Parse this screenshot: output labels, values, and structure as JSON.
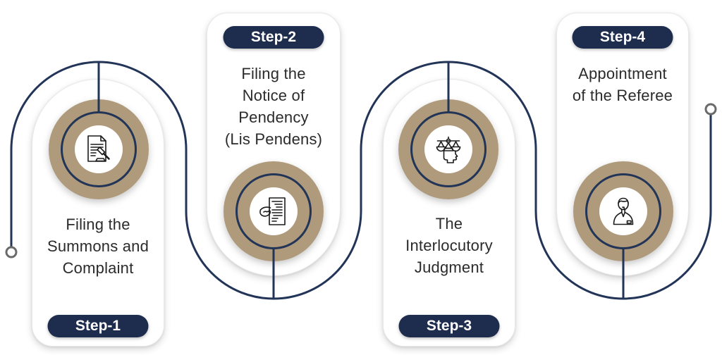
{
  "figure": {
    "type": "process-flow",
    "steps": [
      {
        "badge": "Step-1",
        "badge_position": "bottom",
        "lines": [
          "Filing the",
          "Summons and",
          "Complaint"
        ],
        "icon": "document-gavel-icon"
      },
      {
        "badge": "Step-2",
        "badge_position": "top",
        "lines": [
          "Filing the",
          "Notice of",
          "Pendency",
          "(Lis Pendens)"
        ],
        "icon": "hand-document-icon"
      },
      {
        "badge": "Step-3",
        "badge_position": "bottom",
        "lines": [
          "The",
          "Interlocutory",
          "Judgment"
        ],
        "icon": "scales-head-icon"
      },
      {
        "badge": "Step-4",
        "badge_position": "top",
        "lines": [
          "Appointment",
          "of the Referee"
        ],
        "icon": "referee-person-icon"
      }
    ],
    "colors": {
      "navy": "#223457",
      "badge_navy": "#1E2C4E",
      "tan": "#AF9B7B",
      "text": "#2B2B2B",
      "marker": "#6A6A6A",
      "card_border": "#E9E9EC"
    }
  }
}
